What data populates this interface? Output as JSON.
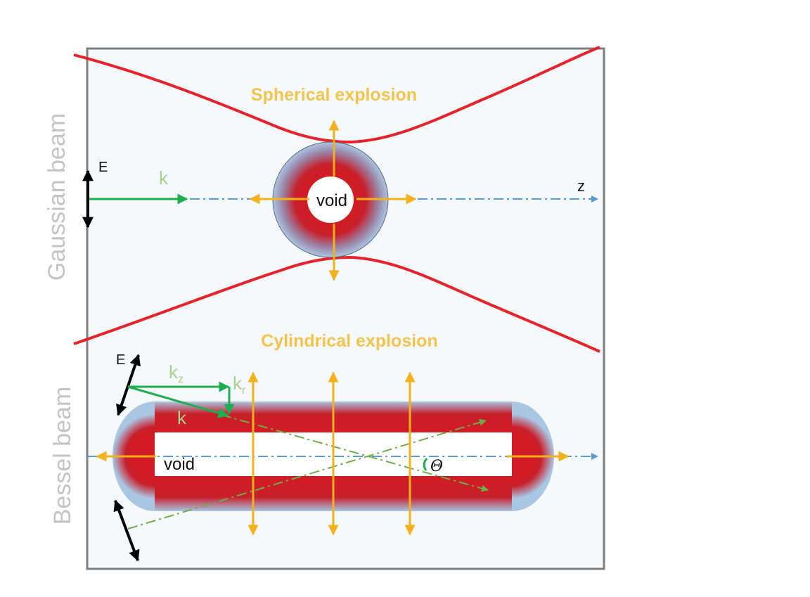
{
  "side_labels": {
    "top": "Gaussian beam",
    "bottom": "Bessel beam"
  },
  "titles": {
    "top": "Spherical explosion",
    "bottom": "Cylindrical explosion"
  },
  "labels": {
    "e_top": "E",
    "k_top": "k",
    "z_axis": "z",
    "void_top": "void",
    "e_bottom": "E",
    "kz": "k",
    "kz_sub": "z",
    "kr": "k",
    "kr_sub": "r",
    "k_bottom": "k",
    "void_bottom": "void",
    "theta": "Θ"
  },
  "colors": {
    "beam_red": "#e8222a",
    "explosion_arrow": "#f4b11c",
    "k_vector": "#1fae4f",
    "ray_green": "#70ad47",
    "axis_blue": "#5b9bd5",
    "panel_fill": "#f5f9fc",
    "title_gold": "#f2c44e"
  }
}
